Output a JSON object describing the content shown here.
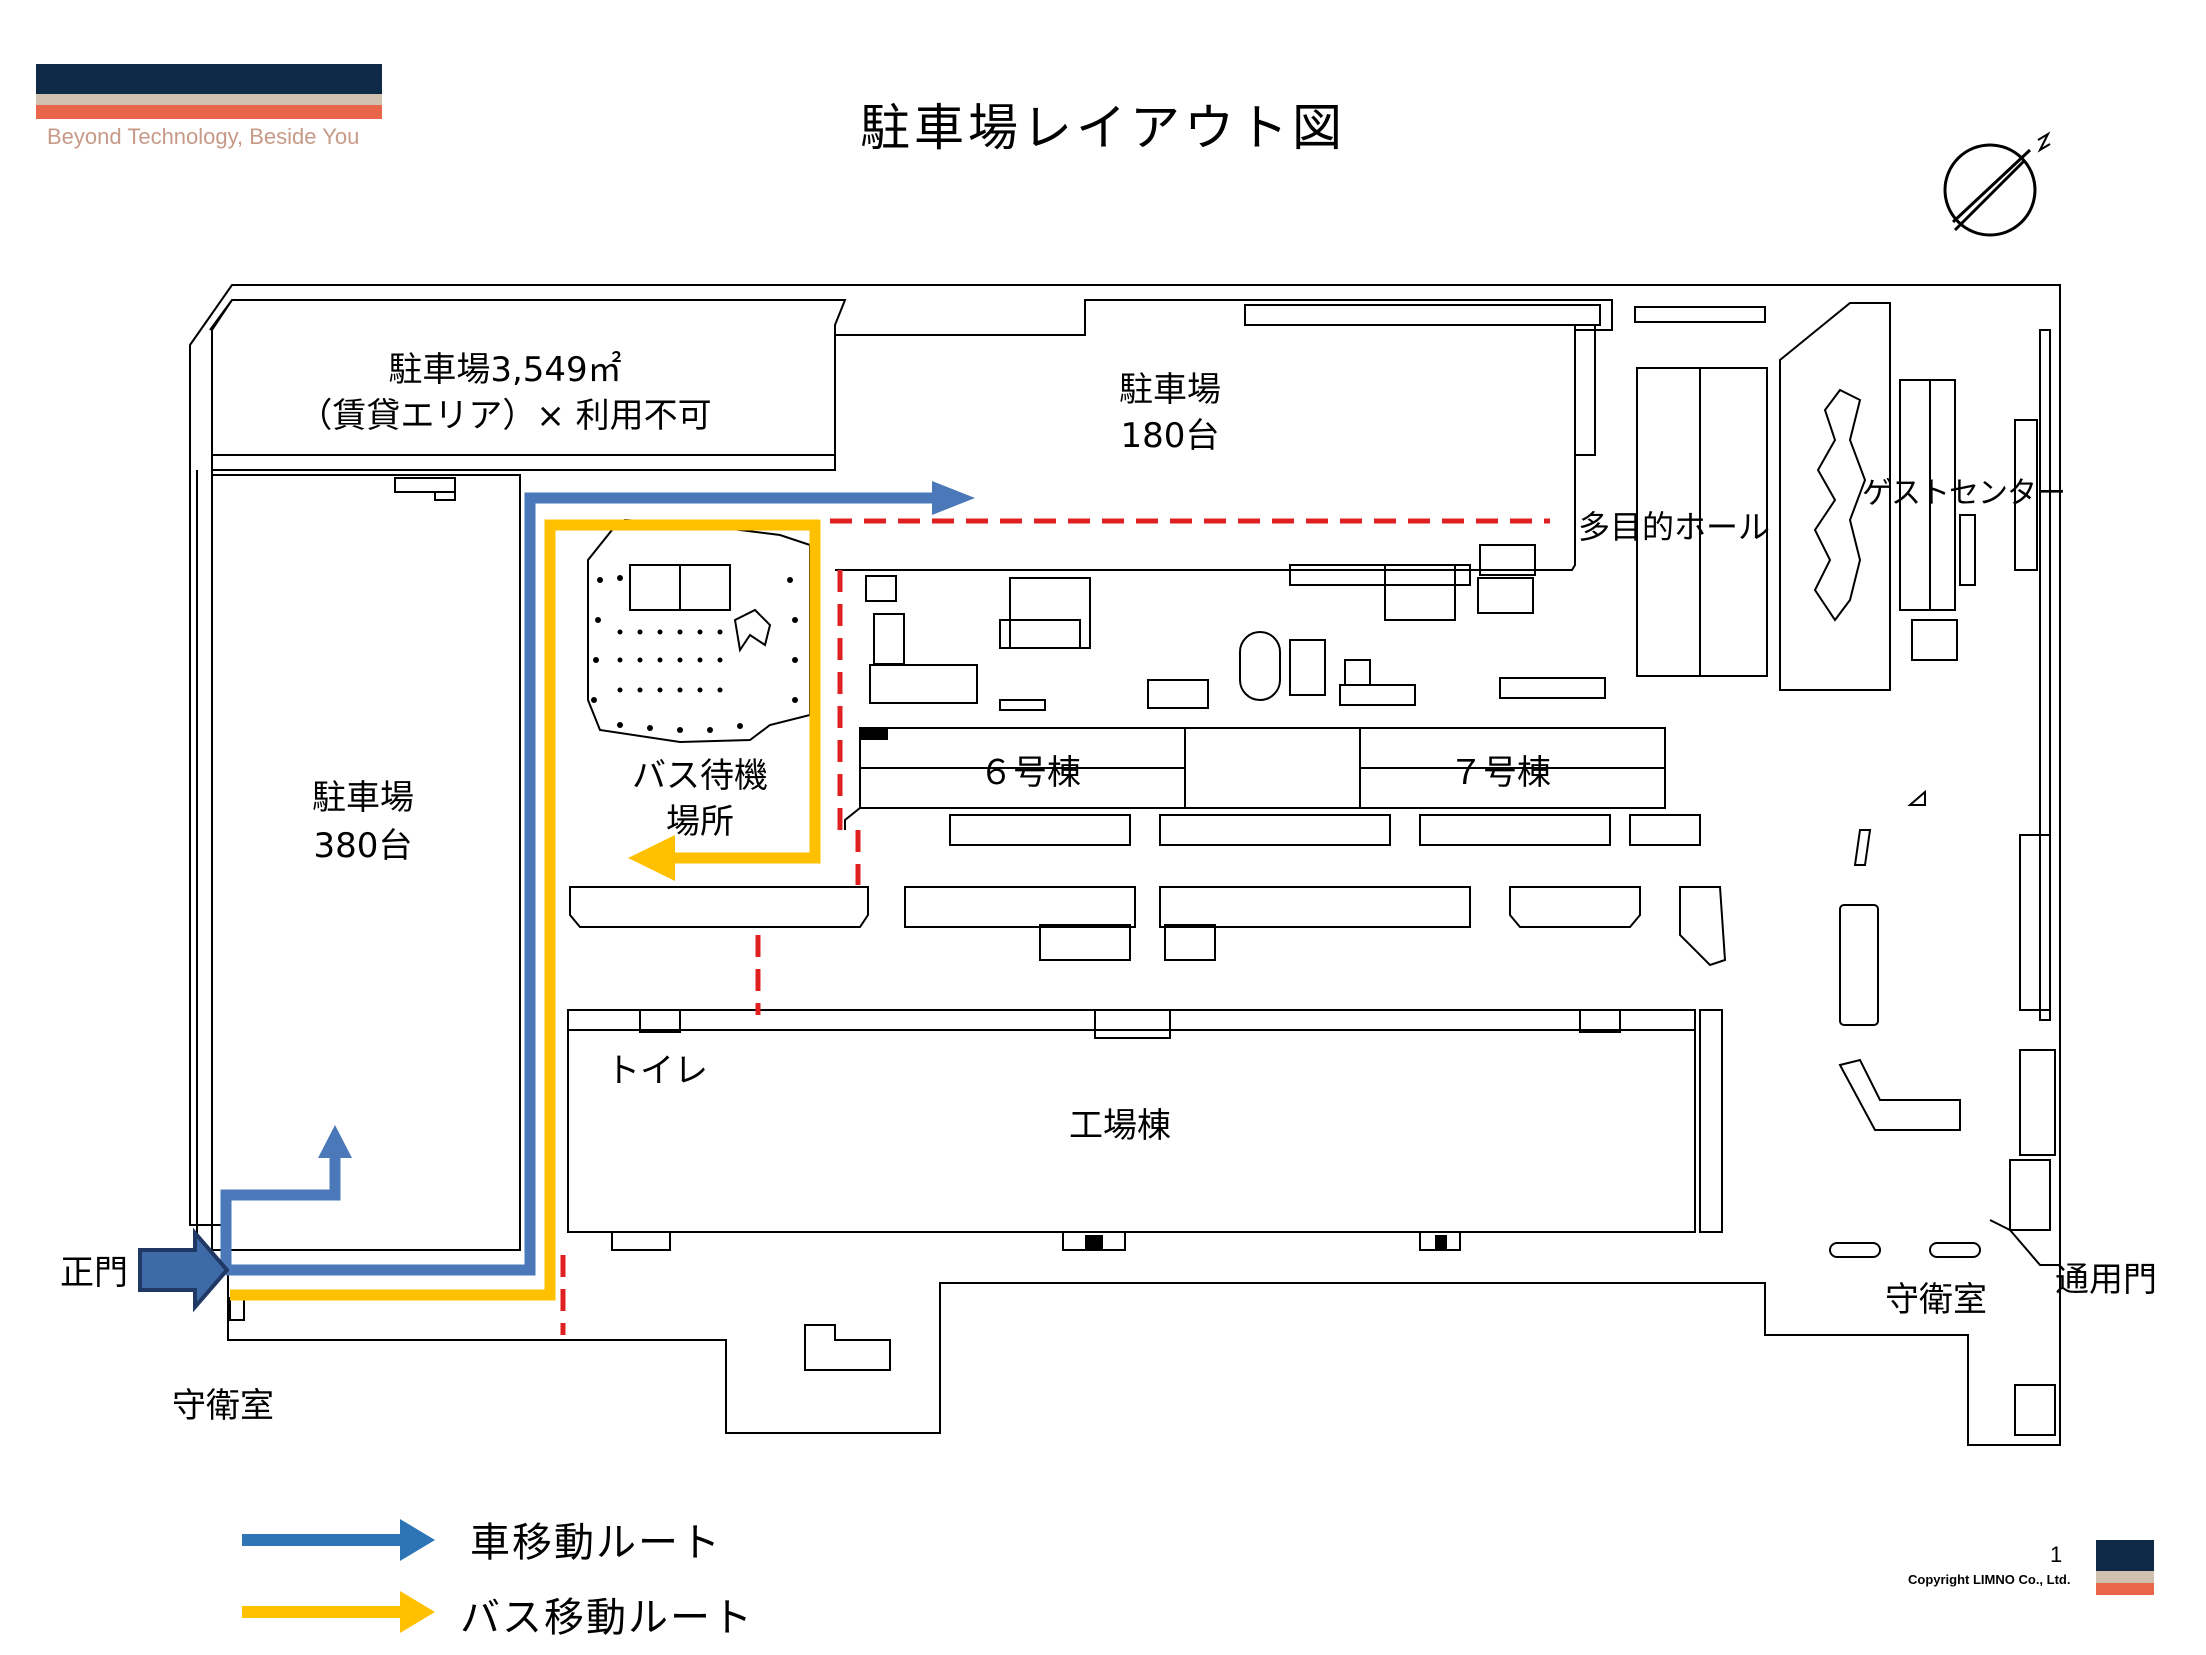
{
  "brand": {
    "tagline": "Beyond Technology, Beside You",
    "colors": {
      "navy": "#0e2a47",
      "beige": "#cfc1ae",
      "orange": "#e9664a"
    }
  },
  "title": "駐車場レイアウト図",
  "map": {
    "colors": {
      "car_route": "#4a78b8",
      "bus_route": "#ffc000",
      "boundary_dashed": "#e02020",
      "gate_arrow": "#3f6aa8",
      "outline": "#000000"
    },
    "areas": {
      "parking_rental_line1": "駐車場3,549㎡",
      "parking_rental_line2": "（賃貸エリア）× 利用不可",
      "parking_north_line1": "駐車場",
      "parking_north_line2": "180台",
      "parking_west_line1": "駐車場",
      "parking_west_line2": "380台",
      "bus_wait_line1": "バス待機",
      "bus_wait_line2": "場所",
      "multipurpose_hall": "多目的ホール",
      "guest_center": "ゲストセンター",
      "building6": "６号棟",
      "building7": "７号棟",
      "toilet": "トイレ",
      "factory": "工場棟",
      "main_gate": "正門",
      "guard_room_left": "守衛室",
      "guard_room_right": "守衛室",
      "service_gate": "通用門"
    },
    "compass_icon": "north-arrow-icon"
  },
  "legend": {
    "items": [
      {
        "label": "車移動ルート",
        "color": "#2e75b6"
      },
      {
        "label": "バス移動ルート",
        "color": "#ffc000"
      }
    ]
  },
  "footer": {
    "page_number": "1",
    "copyright": "Copyright LIMNO Co., Ltd."
  }
}
